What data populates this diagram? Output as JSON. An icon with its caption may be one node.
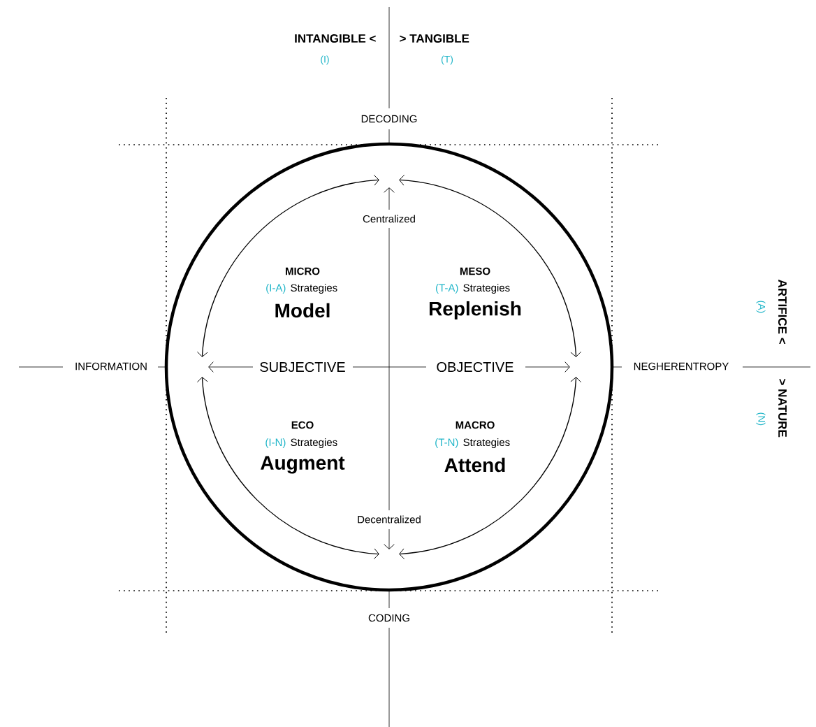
{
  "diagram": {
    "nodes": [
      {
        "text": [],
        "shape": "circle"
      }
    ],
    "labels": [
      "INTANGIBLE <",
      "> TANGIBLE",
      "(I)",
      "(T)",
      "DECODING",
      "Centralized",
      "MICRO",
      "(I-A)",
      "Strategies",
      "Model",
      "MESO",
      "(T-A)",
      "Strategies",
      "Replenish",
      "ARTIFICE <",
      "(A)",
      "INFORMATION",
      "SUBJECTIVE",
      "OBJECTIVE",
      "NEGHERENTROPY",
      "> NATURE",
      "(N)",
      "ECO",
      "(I-N)",
      "Strategies",
      "Augment",
      "MACRO",
      "(T-N)",
      "Strategies",
      "Attend",
      "Decentralized",
      "CODING"
    ]
  }
}
